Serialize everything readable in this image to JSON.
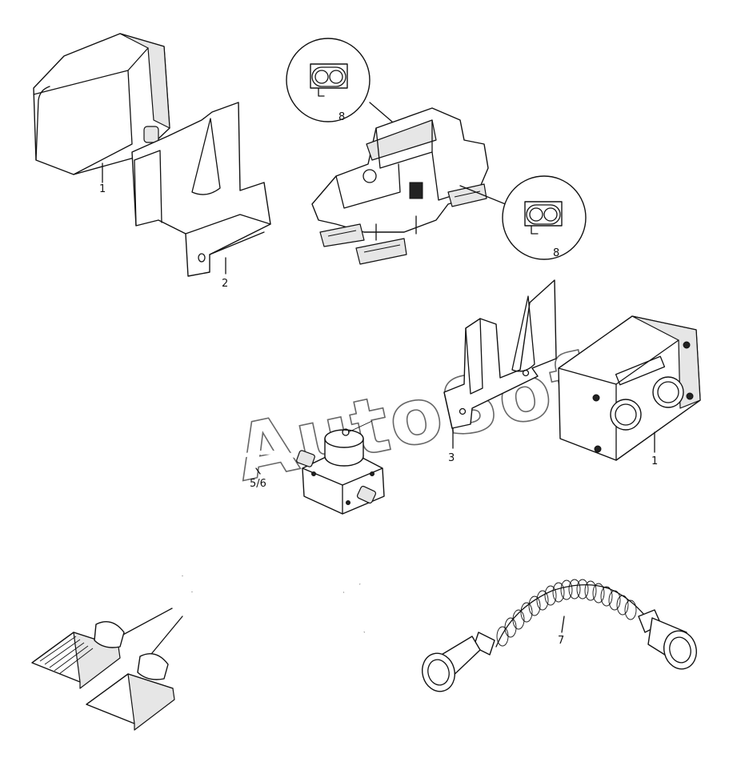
{
  "watermark": "AutoSoft",
  "callouts": {
    "sensor_box_top": "1",
    "bracket_top": "2",
    "bracket_mid": "3",
    "control_box": "1",
    "cable_harness": "5/6",
    "coiled_cable": "7",
    "decal_upper": "8",
    "decal_lower": "8"
  }
}
